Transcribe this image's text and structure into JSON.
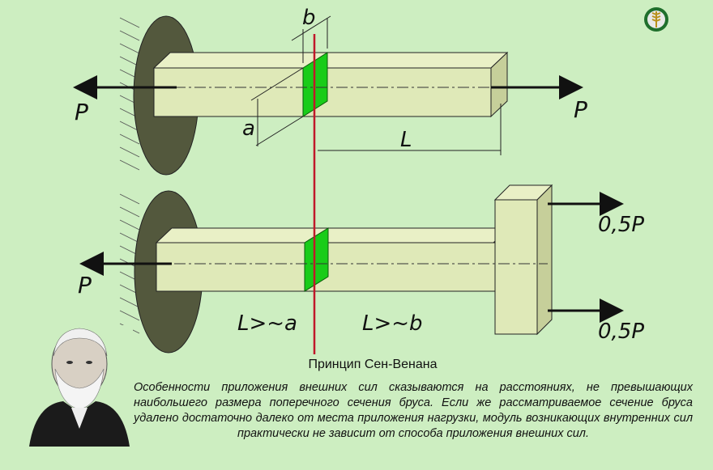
{
  "diagram": {
    "top": {
      "force_left": "P",
      "force_right": "P",
      "dim_a": "a",
      "dim_b": "b",
      "dim_L": "L"
    },
    "bottom": {
      "force_left": "P",
      "force_right_top": "0,5P",
      "force_right_bottom": "0,5P",
      "cond_left": "L>~a",
      "cond_right": "L>~b"
    }
  },
  "caption": {
    "title": "Принцип Сен-Венана",
    "text": "Особенности  приложения  внешних сил сказываются на расстояниях, не превышающих наибольшего размера  поперечного сечения бруса.  Если  же  рассматриваемое  сечение бруса удалено достаточно далеко от места приложения нагрузки, модуль возникающих внутренних сил практически не зависит от способа приложения внешних сил."
  },
  "colors": {
    "background": "#cdeec1",
    "beam": "#dfe9b8",
    "section": "#19cc19",
    "wall": "#53583d",
    "red_line": "#c0182a"
  },
  "icons": [
    "wheat-emblem-icon",
    "portrait-image"
  ]
}
